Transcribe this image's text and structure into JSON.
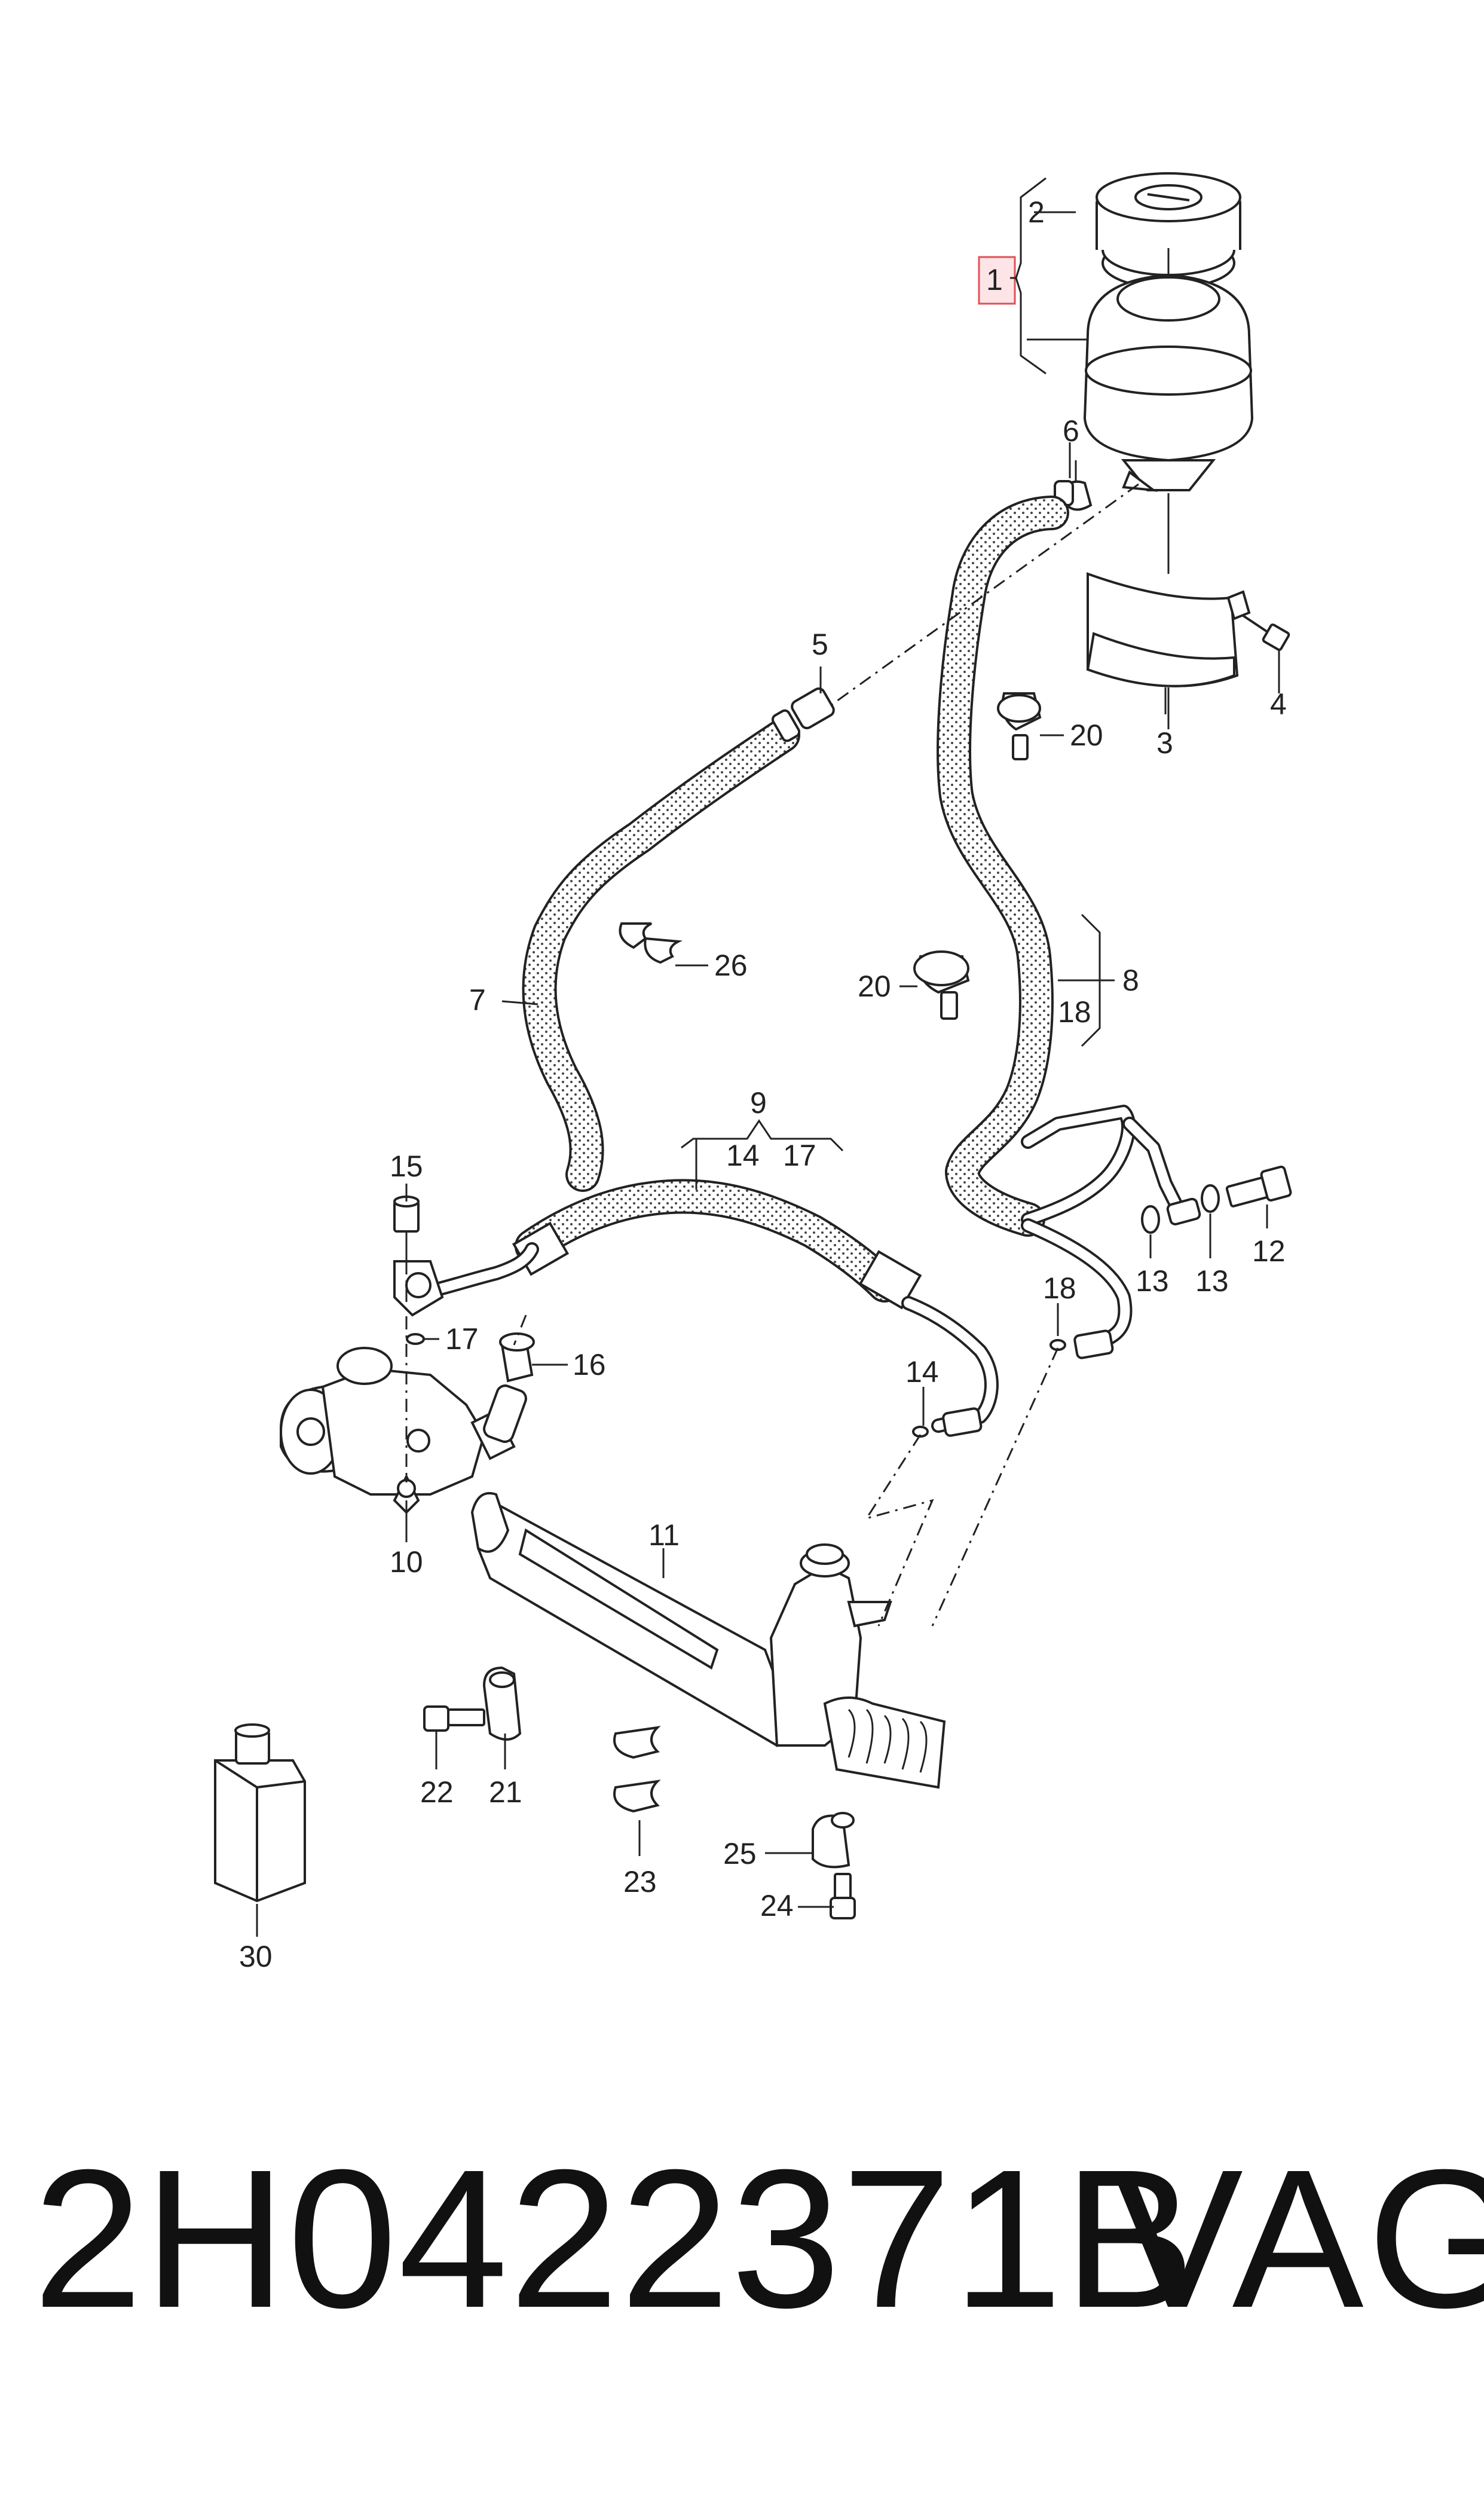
{
  "callouts": {
    "c1": "1",
    "c2": "2",
    "c3": "3",
    "c4": "4",
    "c5": "5",
    "c6": "6",
    "c7": "7",
    "c8": "8",
    "c9": "9",
    "c10": "10",
    "c11": "11",
    "c12": "12",
    "c13a": "13",
    "c13b": "13",
    "c14a": "14",
    "c14b": "14",
    "c15": "15",
    "c16": "16",
    "c17a": "17",
    "c17b": "17",
    "c18a": "18",
    "c18b": "18",
    "c20a": "20",
    "c20b": "20",
    "c21": "21",
    "c22": "22",
    "c23": "23",
    "c24": "24",
    "c25": "25",
    "c26": "26",
    "c30": "30"
  },
  "highlight_color": "#fde4e6",
  "part_number": "2H0422371B",
  "brand": "VAG"
}
